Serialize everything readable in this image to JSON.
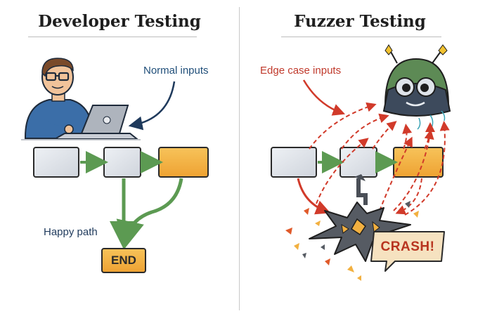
{
  "left_panel": {
    "title": "Developer Testing",
    "note_normal": "Normal inputs",
    "note_happy": "Happy path",
    "end_label": "END"
  },
  "right_panel": {
    "title": "Fuzzer Testing",
    "note_edge": "Edge case inputs",
    "crash_label": "CRASH!"
  },
  "colors": {
    "blue_text": "#1f4e79",
    "red_text": "#c0392b",
    "green_arrow": "#5c9a52",
    "red_arrow": "#d13a2a",
    "orange_box": "#f2b040",
    "gray_box": "#dfe3ea"
  },
  "icons": [
    "developer-with-laptop",
    "fuzzer-robot",
    "crash-burst"
  ]
}
